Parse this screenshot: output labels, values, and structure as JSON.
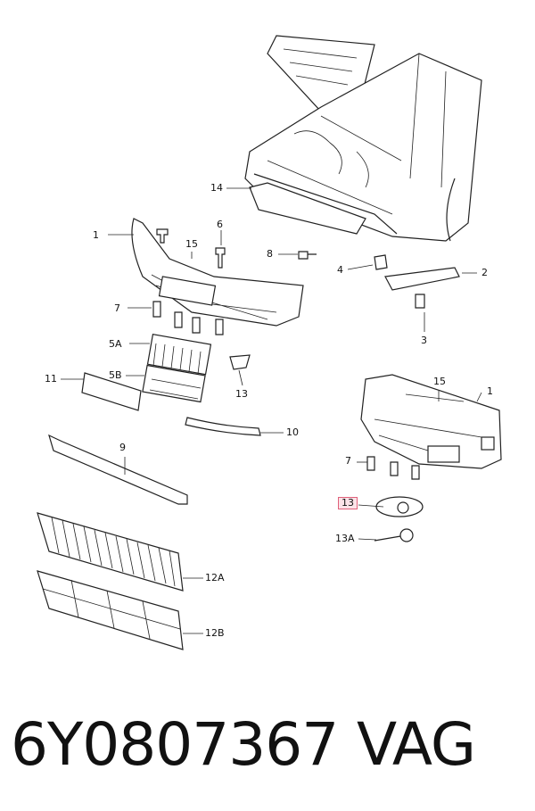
{
  "diagram": {
    "callouts": [
      "1",
      "15",
      "6",
      "7",
      "8",
      "14",
      "4",
      "2",
      "3",
      "5A",
      "5B",
      "11",
      "13",
      "10",
      "9",
      "12A",
      "12B",
      "15",
      "1",
      "7",
      "13",
      "13A"
    ],
    "highlighted_callout": "13"
  },
  "footer": {
    "part_number": "6Y0807367",
    "brand": "VAG"
  }
}
